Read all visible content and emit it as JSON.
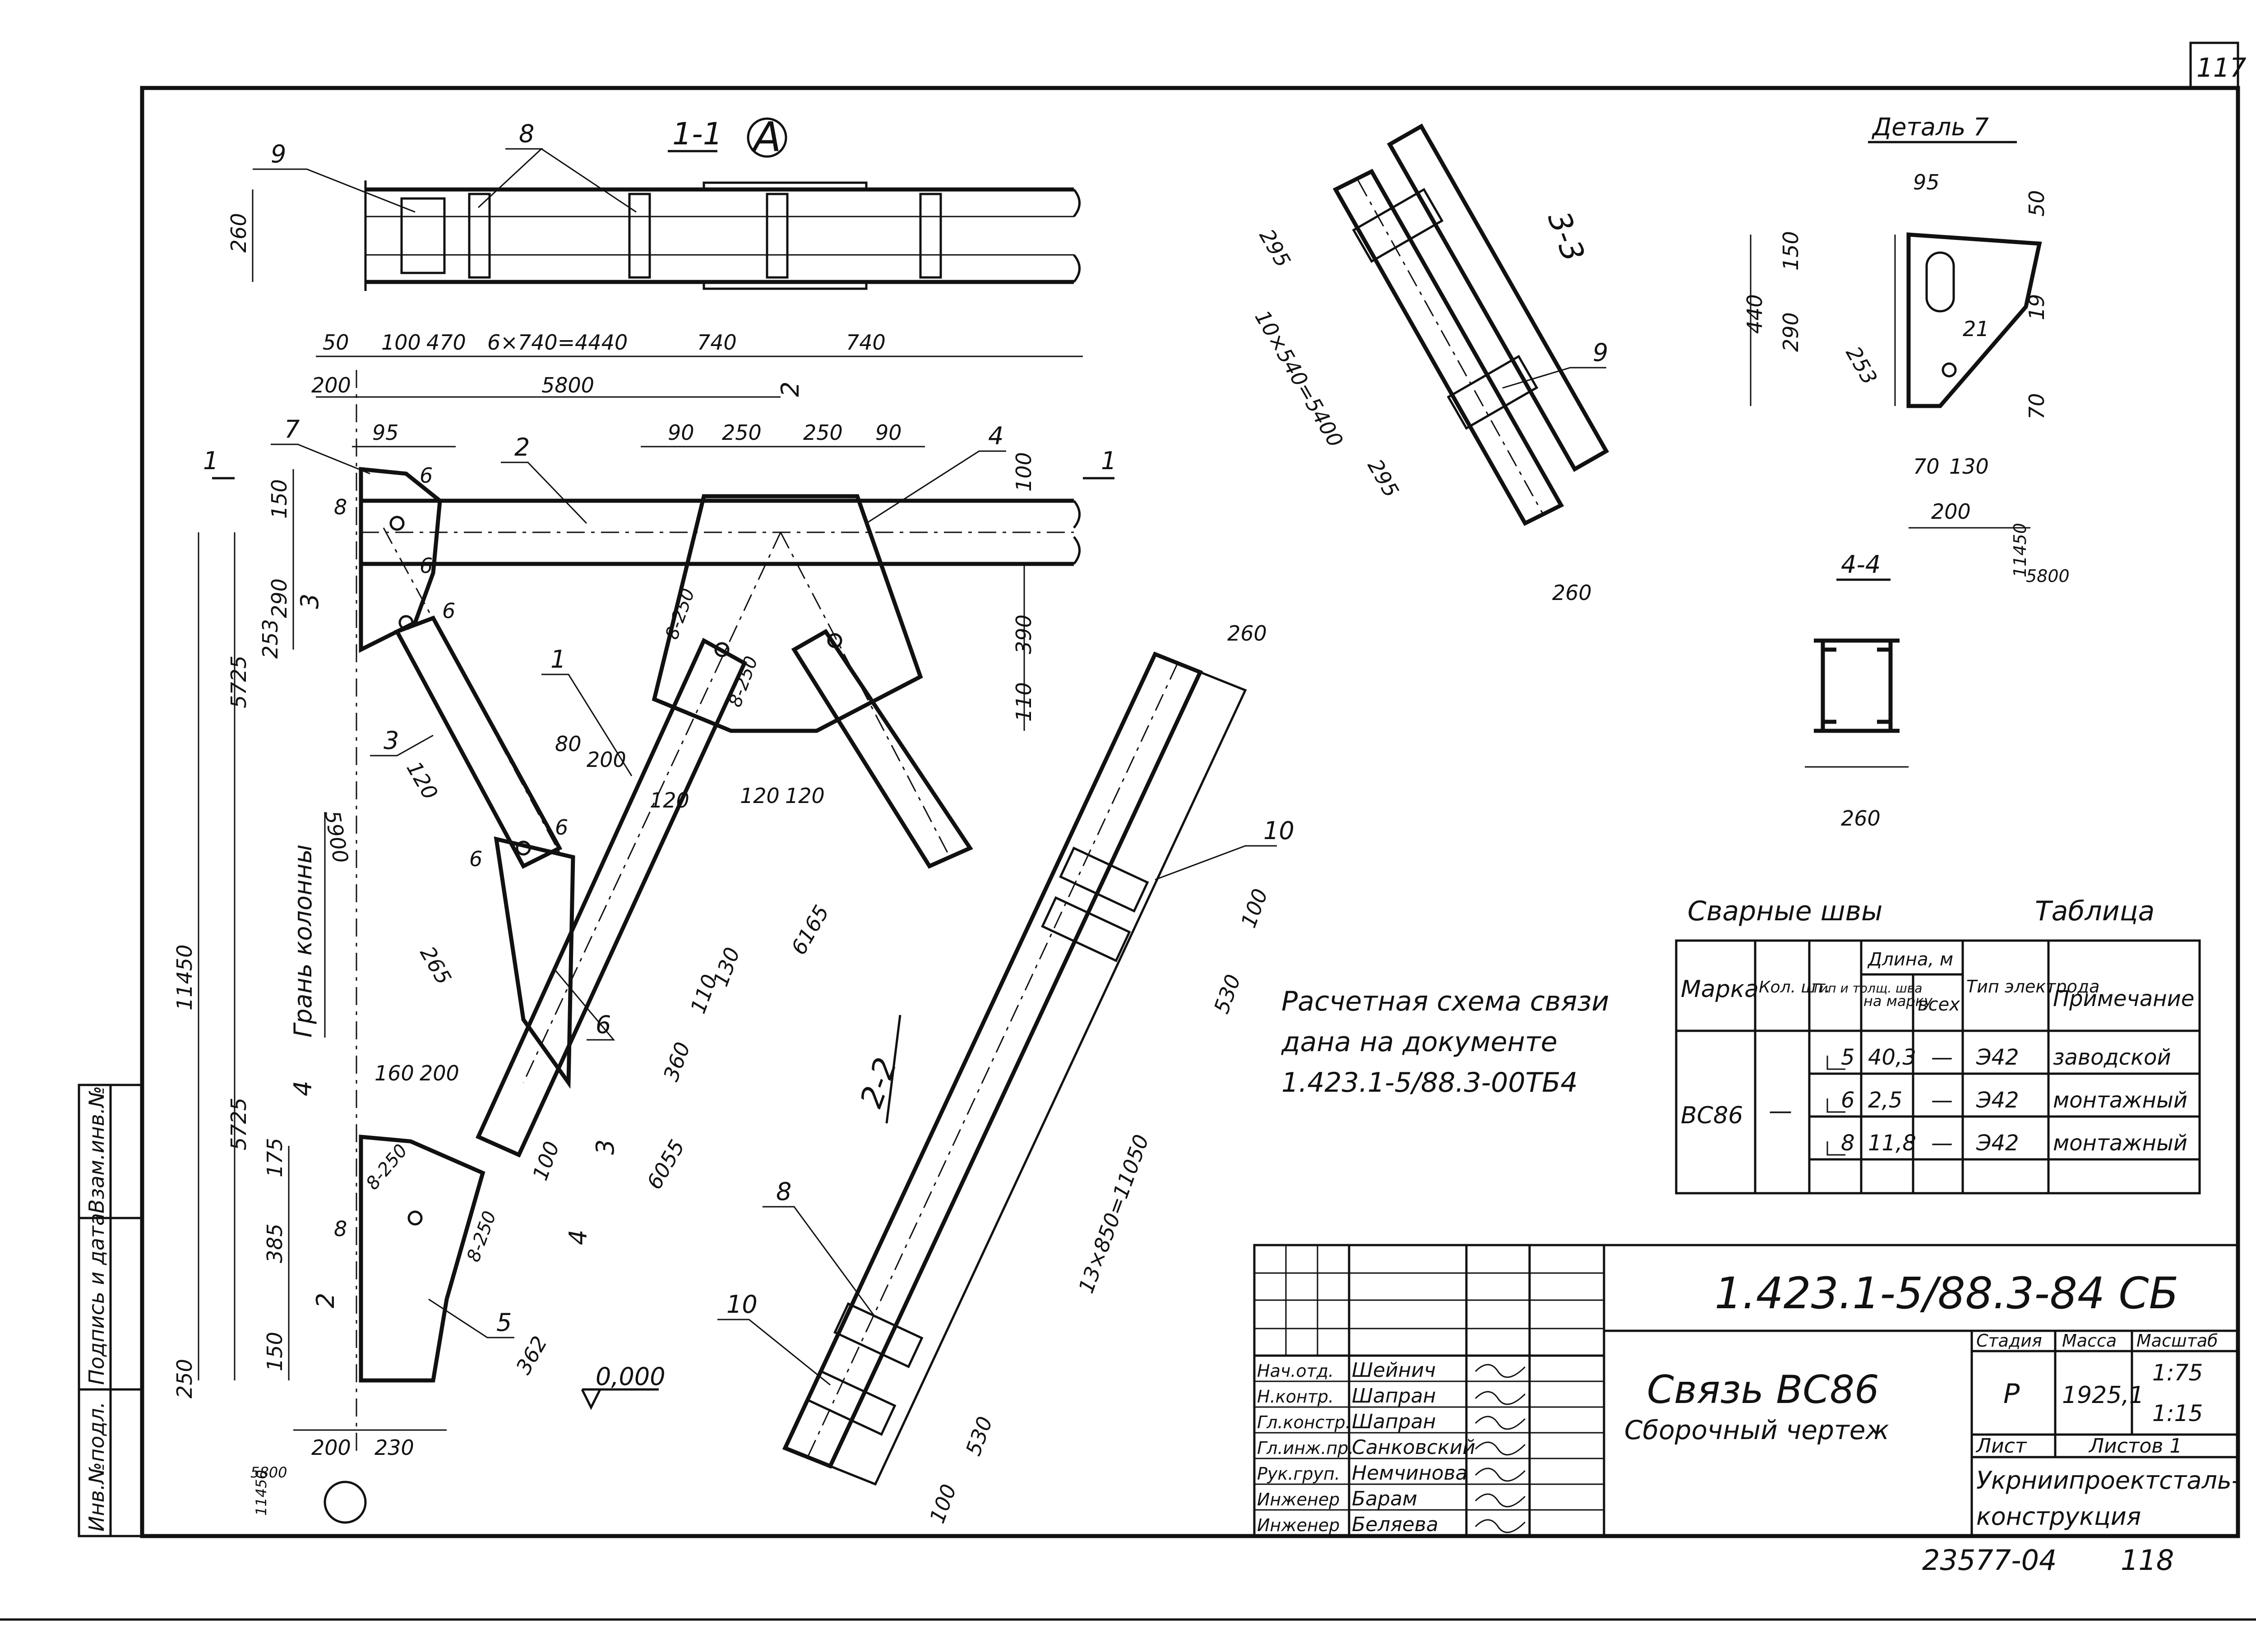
{
  "sheet": {
    "page_number": "117",
    "footer_number": "23577-04",
    "footer_page": "118"
  },
  "side_stamp": {
    "cells": [
      "Инв.№подл.",
      "Подпись и дата",
      "Взам.инв.№"
    ]
  },
  "views": {
    "section_1_1": "1-1",
    "section_2_2": "2-2",
    "section_3_3": "3-3",
    "section_4_4": "4-4",
    "detail_7": "Деталь 7",
    "axis_mark": "А",
    "column_face": "Грань колонны",
    "zero_level": "0,000"
  },
  "dimensions": {
    "top_view": [
      "260",
      "50",
      "100",
      "470",
      "6×740=4440",
      "740",
      "740",
      "200",
      "5800"
    ],
    "main_view": [
      "95",
      "90",
      "250",
      "250",
      "90",
      "100",
      "150",
      "290",
      "253",
      "390",
      "110",
      "5900",
      "5725",
      "11450",
      "5725",
      "120",
      "80",
      "200",
      "120",
      "120",
      "120",
      "130",
      "110",
      "360",
      "6165",
      "6055",
      "265",
      "160",
      "200",
      "175",
      "385",
      "150",
      "250",
      "200",
      "230",
      "362",
      "100",
      "8-250",
      "8-250",
      "8-250",
      "8-250",
      "8",
      "8",
      "6",
      "6",
      "6",
      "6",
      "6"
    ],
    "section_2_2": [
      "260",
      "100",
      "530",
      "13×850=11050",
      "530",
      "100"
    ],
    "section_3_3": [
      "295",
      "10×540=5400",
      "295",
      "260"
    ],
    "detail_7": [
      "95",
      "50",
      "150",
      "440",
      "290",
      "253",
      "21",
      "19",
      "70",
      "70",
      "130",
      "200",
      "11450",
      "5800"
    ],
    "section_4_4": [
      "260"
    ],
    "marker_bottom_left": [
      "5800",
      "11450"
    ]
  },
  "position_marks": [
    "1",
    "2",
    "3",
    "4",
    "5",
    "6",
    "7",
    "8",
    "9",
    "10",
    "8",
    "10"
  ],
  "section_cut_marks": [
    "1",
    "1",
    "2",
    "3",
    "4",
    "2",
    "3",
    "4"
  ],
  "note": {
    "lines": [
      "Расчетная схема связи",
      "дана на документе",
      "1.423.1-5/88.3-00ТБ4"
    ]
  },
  "weld_table": {
    "caption_left": "Сварные швы",
    "caption_right": "Таблица",
    "headers": {
      "mark": "Марка",
      "qty": "Кол. шт.",
      "type": "Тип и толщ. шва",
      "length": "Длина, м",
      "length_per_mark": "на марку",
      "length_total": "всех",
      "electrode": "Тип электрода",
      "note": "Примечание"
    },
    "mark": "ВС86",
    "qty": "—",
    "rows": [
      {
        "weld": "5",
        "per_mark": "40,3",
        "total": "—",
        "electrode": "Э42",
        "note": "заводской"
      },
      {
        "weld": "6",
        "per_mark": "2,5",
        "total": "—",
        "electrode": "Э42",
        "note": "монтажный"
      },
      {
        "weld": "8",
        "per_mark": "11,8",
        "total": "—",
        "electrode": "Э42",
        "note": "монтажный"
      }
    ]
  },
  "title_block": {
    "document": "1.423.1-5/88.3-84 СБ",
    "name": "Связь ВС86",
    "subtitle": "Сборочный чертеж",
    "stage_label": "Стадия",
    "mass_label": "Масса",
    "scale_label": "Масштаб",
    "stage": "Р",
    "mass": "1925,1",
    "scales": [
      "1:75",
      "1:15"
    ],
    "sheet_label": "Лист",
    "sheets_label": "Листов 1",
    "organization": [
      "Укрниипроектсталь-",
      "конструкция"
    ],
    "people": [
      {
        "role": "Нач.отд.",
        "name": "Шейнич"
      },
      {
        "role": "Н.контр.",
        "name": "Шапран"
      },
      {
        "role": "Гл.констр.",
        "name": "Шапран"
      },
      {
        "role": "Гл.инж.пр.",
        "name": "Санковский"
      },
      {
        "role": "Рук.груп.",
        "name": "Немчинова"
      },
      {
        "role": "Инженер",
        "name": "Барам"
      },
      {
        "role": "Инженер",
        "name": "Беляева"
      }
    ]
  }
}
